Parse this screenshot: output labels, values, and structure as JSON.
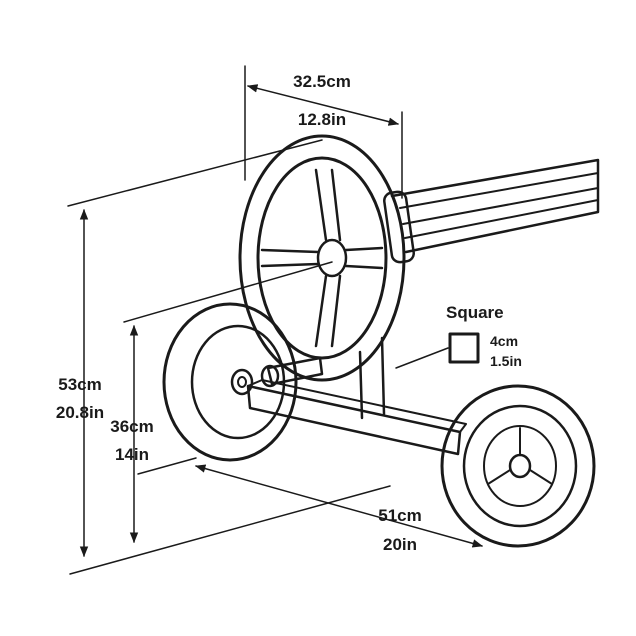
{
  "diagram": {
    "dimensions": {
      "wheel_width": {
        "metric": "32.5cm",
        "imperial": "12.8in"
      },
      "total_height": {
        "metric": "53cm",
        "imperial": "20.8in"
      },
      "axle_height": {
        "metric": "36cm",
        "imperial": "14in"
      },
      "base_length": {
        "metric": "51cm",
        "imperial": "20in"
      },
      "tube_profile": {
        "title": "Square",
        "metric": "4cm",
        "imperial": "1.5in"
      }
    },
    "colors": {
      "line": "#1a1a1a",
      "background": "#ffffff"
    }
  }
}
